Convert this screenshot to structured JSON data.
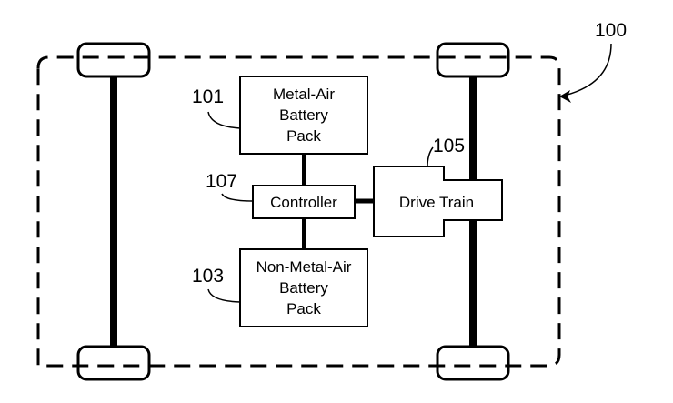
{
  "diagram": {
    "vehicle_ref": "100",
    "blocks": {
      "metal_air": {
        "ref": "101",
        "lines": [
          "Metal-Air",
          "Battery",
          "Pack"
        ]
      },
      "non_metal_air": {
        "ref": "103",
        "lines": [
          "Non-Metal-Air",
          "Battery",
          "Pack"
        ]
      },
      "drive_train": {
        "ref": "105",
        "label": "Drive Train"
      },
      "controller": {
        "ref": "107",
        "label": "Controller"
      }
    },
    "colors": {
      "stroke": "#000000",
      "background": "#ffffff"
    }
  }
}
